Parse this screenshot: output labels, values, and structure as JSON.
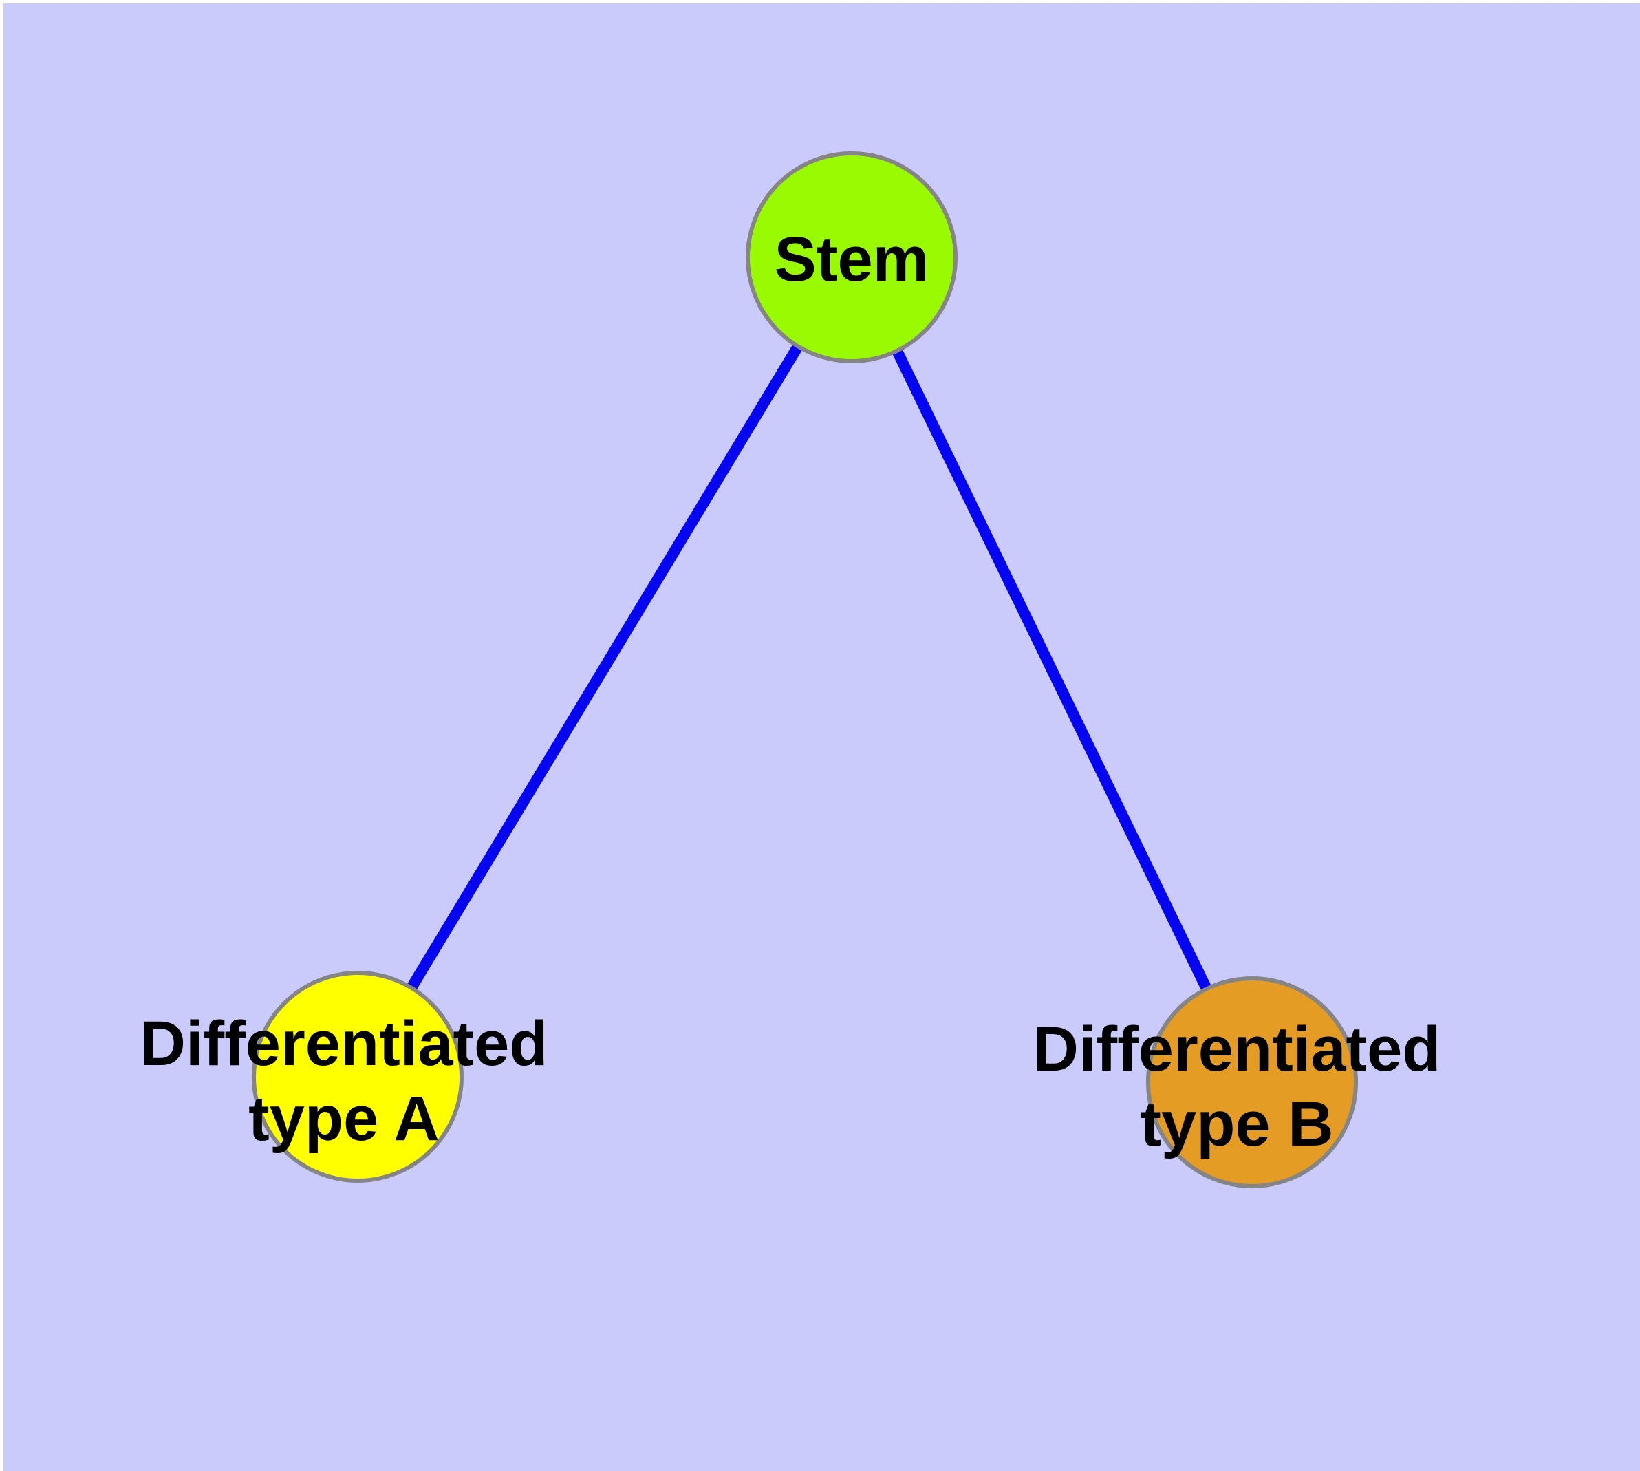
{
  "diagram": {
    "type": "graph",
    "description": "Cell differentiation tree: a Stem node connected by two edges to two differentiated cell type nodes",
    "background_color": "#CACAFB",
    "margin_color": "#FFFFFF",
    "label_color": "#000000",
    "node_border_color": "#858585",
    "edge_color": "#0505F0",
    "nodes": {
      "stem": {
        "label": "Stem",
        "fill": "#9AFA02"
      },
      "type_a": {
        "line1": "Differentiated",
        "line2": "type A",
        "fill": "#FFFF00"
      },
      "type_b": {
        "line1": "Differentiated",
        "line2": "type B",
        "fill": "#E49C24"
      }
    },
    "edges": [
      {
        "from": "Stem",
        "to": "Differentiated type A"
      },
      {
        "from": "Stem",
        "to": "Differentiated type B"
      }
    ]
  }
}
